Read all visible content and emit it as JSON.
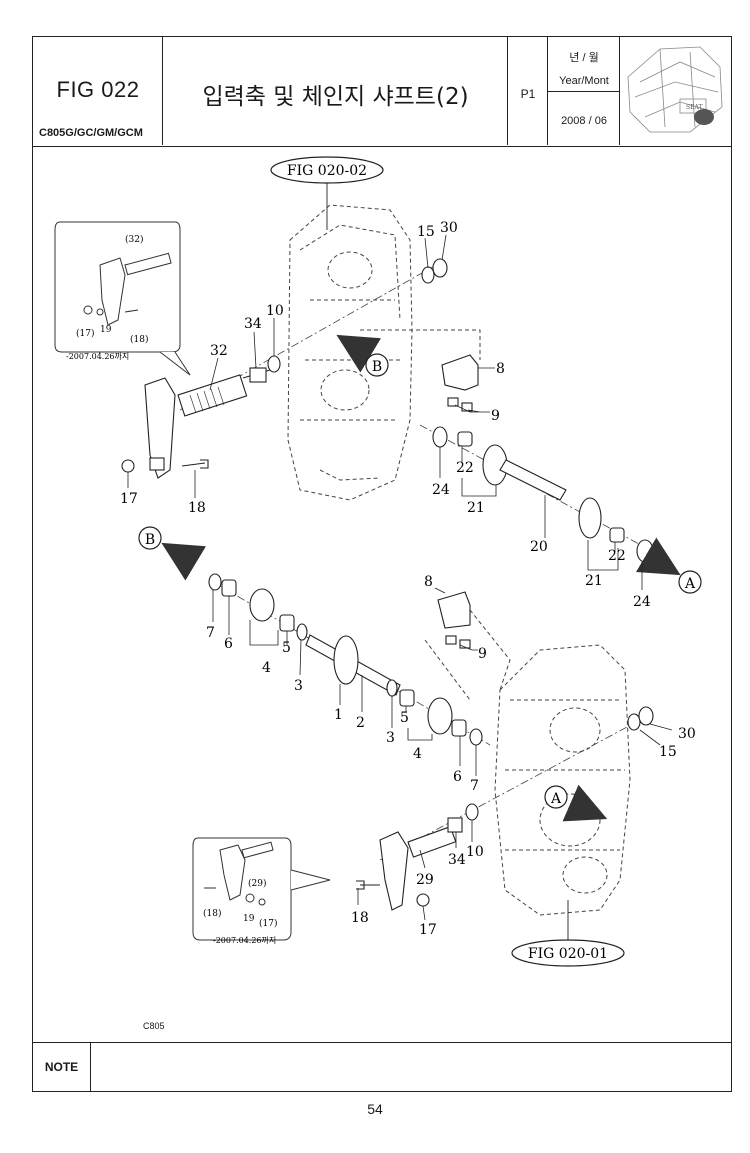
{
  "header": {
    "fig_code": "FIG 022",
    "model": "C805G/GC/GM/GCM",
    "title": "입력축 및 체인지 샤프트(2)",
    "page_code": "P1",
    "date_label_ko": "년 / 월",
    "date_label_en": "Year/Mont",
    "date_value": "2008 / 06"
  },
  "callouts": {
    "fig_top": "FIG 020-02",
    "fig_bottom": "FIG 020-01",
    "arrow_a": "A",
    "arrow_b": "B"
  },
  "insets": {
    "top_date": "-2007.04.26까지",
    "bottom_date": "-2007.04.26까지",
    "top_labels": [
      "(32)",
      "(17)",
      "19",
      "(18)"
    ],
    "bottom_labels": [
      "(29)",
      "(18)",
      "19",
      "(17)"
    ]
  },
  "part_numbers": {
    "upper": [
      "15",
      "30",
      "10",
      "34",
      "32",
      "8",
      "9",
      "22",
      "24",
      "21",
      "20",
      "22",
      "21",
      "24",
      "17",
      "18"
    ],
    "middle": [
      "8",
      "9",
      "7",
      "6",
      "5",
      "4",
      "3",
      "1",
      "2",
      "3",
      "5",
      "4",
      "6",
      "7",
      "30",
      "15"
    ],
    "lower": [
      "34",
      "10",
      "29",
      "18",
      "17"
    ]
  },
  "footer": {
    "model_code": "C805",
    "note_label": "NOTE",
    "page_number": "54"
  }
}
